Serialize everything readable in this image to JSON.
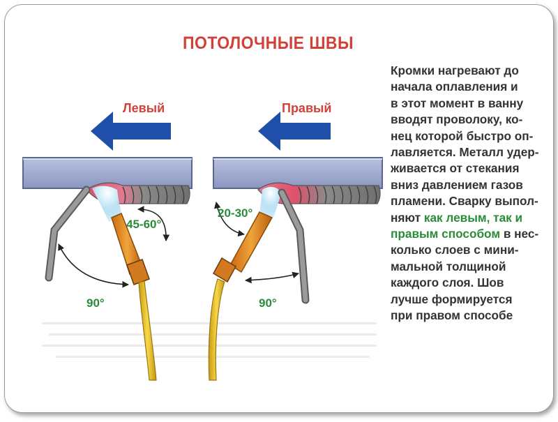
{
  "title": "ПОТОЛОЧНЫЕ ШВЫ",
  "left_label": "Левый",
  "right_label": "Правый",
  "angles": {
    "left_torch": "45-60°",
    "left_rod": "90°",
    "right_torch": "20-30°",
    "right_rod": "90°"
  },
  "description": {
    "line1": "Кромки нагревают до",
    "line2": "начала оплавления и",
    "line3": "в этот момент в ванну",
    "line4": "вводят проволоку, ко-",
    "line5": "нец которой быстро оп-",
    "line6": "лавляется. Металл удер-",
    "line7": "живается от стекания",
    "line8": "вниз давлением газов",
    "line9": "пламени. Сварку выпол-",
    "line10_a": "няют ",
    "line10_b": "как левым, так и",
    "line11_a": "правым способом",
    "line11_b": " в нес-",
    "line12": "колько слоев с мини-",
    "line13": "мальной толщиной",
    "line14": "каждого слоя. Шов",
    "line15": "лучше формируется",
    "line16": "при правом способе"
  },
  "colors": {
    "title": "#d2403a",
    "arrow": "#1f4fa8",
    "plate": "#9aa6cc",
    "torch": "#e89a2a",
    "tube": "#f2c935",
    "rod": "#8c8c8c",
    "flame": "#bfe4f5",
    "weld_hot": "#e0506a",
    "green_text": "#2a8c3a",
    "body_text": "#333333"
  }
}
